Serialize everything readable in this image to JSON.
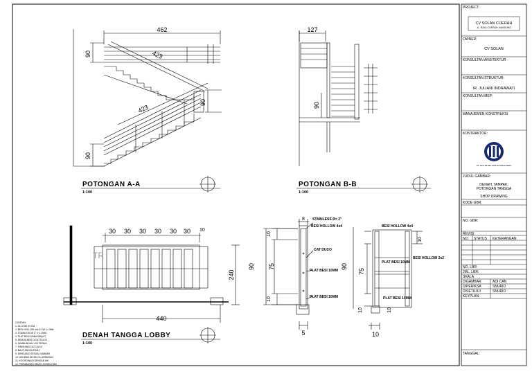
{
  "title_block": {
    "project_label": "PROJECT:",
    "project_name": "CV SOLAN CIJERAH",
    "project_address": "JL. RAYA CIJERAH, BANDUNG",
    "owner_label": "OWNER:",
    "owner_name": "CV SOLAN",
    "architect_label": "KONSULTAN ARSITEKTUR",
    "structure_label": "KONSULTAN STRUKTUR:",
    "structure_name": "IR. JULIANI INDRAWATI",
    "mep_label": "KONSULTAN MEP:",
    "mk_label": "MANAJEMEN KONSTRUKSI",
    "contractor_label": "KONTRAKTOR:",
    "contractor_logo_text": "PT. SPU MITRA SURYA SEJAHTERA",
    "drawing_title_label": "JUDUL GAMBAR:",
    "drawing_title_1": "DENAH, TAMPAK,",
    "drawing_title_2": "POTONGAN TANGGA",
    "drawing_type": "SHOP DRAWING",
    "drawing_code_label": "KODE GBR:",
    "sheet_no_label": "NO. GBR:",
    "revision_label": "REVISI:",
    "rev_col_no": "NO.",
    "rev_col_status": "STATUS",
    "rev_col_note": "KETERANGAN",
    "no_sheet_label": "NO. LBR:",
    "total_sheet_label": "JML. LBR:",
    "scale_label": "SKALA:",
    "drawn_label": "DIGAMBAR",
    "drawn_value": "ADI CAN",
    "checked_label": "DIPERIKSA",
    "checked_value": "SNURIO",
    "approved_label": "DISETUJUI",
    "approved_value": "SNURIO",
    "key_plan_label": "KEYPLAN:",
    "date_label": "TANGGAL:"
  },
  "views": {
    "section_aa": {
      "title": "POTONGAN A-A",
      "scale": "1:100",
      "dim_top": "462",
      "dim_h1": "90",
      "dim_h2": "90",
      "dim_h3": "90",
      "dim_slope1": "423",
      "dim_slope2": "423"
    },
    "section_bb": {
      "title": "POTONGAN B-B",
      "scale": "1:100",
      "dim_top": "127",
      "dim_h": "90"
    },
    "lobby_plan": {
      "title": "DENAH TANGGA LOBBY",
      "scale": "1:100",
      "dim_spacing": [
        "30",
        "30",
        "30",
        "30",
        "30",
        "30"
      ],
      "dim_end": "10",
      "dim_bottom": "440",
      "dim_height": "240",
      "label_tr": "TR"
    },
    "detail_1": {
      "stainless": "STAINLESS Ø= 2\"",
      "hollow": "BESI HOLLOW 4x4",
      "cat": "CAT DUCO",
      "plat1": "PLAT BESI 10MM",
      "plat2": "PLAT BESI 10MM",
      "dim_top": "8",
      "dim_total": "90",
      "dim_mid": "75",
      "dim_a": "10",
      "dim_b": "10",
      "dim_bottom": "5"
    },
    "detail_2": {
      "hollow1": "BESI HOLLOW 4x4",
      "plat1": "PLAT BESI 10MM",
      "hollow2": "BESI HOLLOW 2x2",
      "plat2": "PLAT BESI 10MM",
      "dim_total": "90",
      "dim_mid": "75",
      "dim_a": "10",
      "dim_b": "10",
      "dim_c": "10",
      "dim_bottom": "10"
    }
  },
  "notes": [
    "CATATAN:",
    "1. ALL DIM. IN CM",
    "2. BESI HOLLOW 4x4 & 2x2 t= 2MM",
    "3. STAINLESS Ø 2\" t= 1.2MM",
    "4. PLAT BESI 10MM DIBAUT",
    "5. SEMUA BESI DICAT DUCO",
    "6. SAMBUNGAN LAS PENUH",
    "7. FINISHING CAT DUCO",
    "8. BAUT ANGKUR M12",
    "9. DIPASANG SESUAI GAMBAR",
    "10. UKURAN DICEK DI LAPANGAN",
    "11. KOORDINASI DENGAN MK",
    "12. PERUBAHAN SEIZIN KONSULTAN"
  ]
}
